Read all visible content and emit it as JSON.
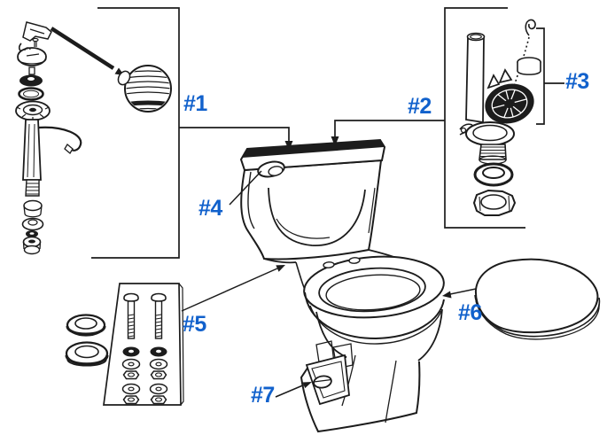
{
  "page": {
    "background": "#ffffff"
  },
  "diagram": {
    "type": "exploded-parts-diagram",
    "subject": "two-piece toilet repair parts",
    "label_color": "#1161cc",
    "line_color": "#1c1c1c",
    "labels": [
      {
        "id": "part-1",
        "text": "#1"
      },
      {
        "id": "part-2",
        "text": "#2"
      },
      {
        "id": "part-3",
        "text": "#3"
      },
      {
        "id": "part-4",
        "text": "#4"
      },
      {
        "id": "part-5",
        "text": "#5"
      },
      {
        "id": "part-6",
        "text": "#6"
      },
      {
        "id": "part-7",
        "text": "#7"
      }
    ]
  }
}
